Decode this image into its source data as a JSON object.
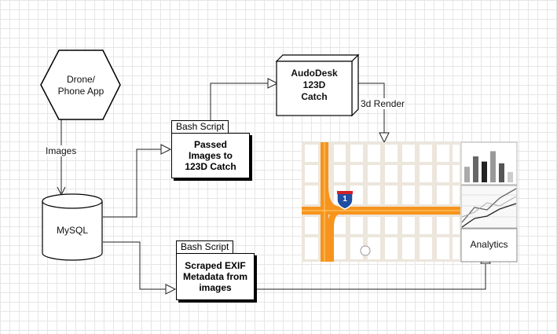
{
  "nodes": {
    "drone_app": {
      "label_line1": "Drone/",
      "label_line2": "Phone App"
    },
    "mysql": {
      "label": "MySQL"
    },
    "bash_top": {
      "tab": "Bash Script",
      "line1": "Passed",
      "line2": "Images to",
      "line3": "123D Catch"
    },
    "bash_bottom": {
      "tab": "Bash Script",
      "line1": "Scraped EXIF",
      "line2": "Metadata from",
      "line3": "images"
    },
    "autodesk": {
      "line1": "AudoDesk",
      "line2": "123D",
      "line3": "Catch"
    },
    "analytics": {
      "label": "Analytics"
    },
    "map_shield": {
      "number": "1"
    }
  },
  "edges": {
    "images_label": "Images",
    "render_label": "3d Render"
  },
  "bar_chart": {
    "values": [
      0.45,
      0.75,
      0.6,
      0.9,
      0.55,
      0.3
    ]
  },
  "colors": {
    "road": "#f7941d",
    "map_bg": "#ece6dc",
    "map_block": "#ffffff",
    "shield_blue": "#1f4ea3",
    "shield_red": "#d32027"
  }
}
